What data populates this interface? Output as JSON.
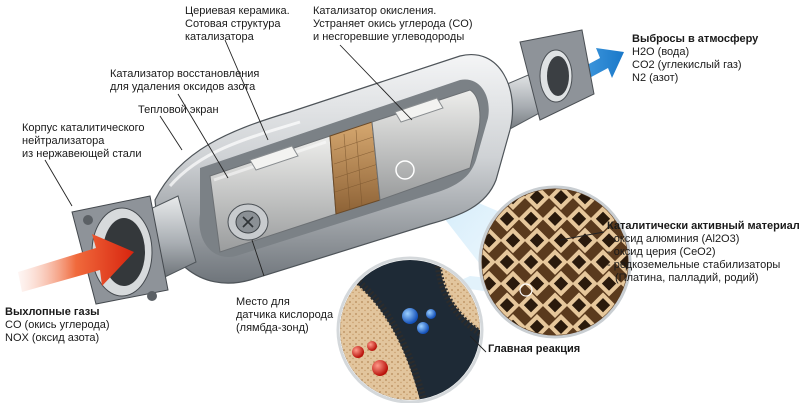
{
  "labels": {
    "ceramic": [
      "Цериевая керамика.",
      "Сотовая структура",
      "катализатора"
    ],
    "oxidation": [
      "Катализатор окисления.",
      "Устраняет окись углерода (CO)",
      "и несгоревшие углеводороды"
    ],
    "reduction": [
      "Катализатор восстановления",
      "для удаления оксидов азота"
    ],
    "heat_shield": [
      "Тепловой экран"
    ],
    "body": [
      "Корпус каталитического",
      "нейтрализатора",
      "из нержавеющей стали"
    ],
    "emissions": {
      "title": "Выбросы в атмосферу",
      "items": [
        "H2O (вода)",
        "CO2 (углекислый газ)",
        "N2 (азот)"
      ]
    },
    "active_material": {
      "title": "Каталитически активный материал",
      "items": [
        "- оксид алюминия (Al2O3)",
        "- оксид церия (CeO2)",
        "- редкоземельные стабилизаторы",
        "(Платина, палладий, родий)"
      ]
    },
    "exhaust": {
      "title": "Выхлопные газы",
      "items": [
        "CO (окись углерода)",
        "NOX (оксид азота)"
      ]
    },
    "oxygen_sensor": [
      "Место для",
      "датчика кислорода",
      "(лямбда-зонд)"
    ],
    "main_reaction": [
      "Главная реакция"
    ]
  },
  "colors": {
    "steel_light": "#e4e6e8",
    "steel_dark": "#7d8389",
    "ceramic_light": "#d8d8d6",
    "ceramic_dark": "#8f9294",
    "catalyst_brown": "#b98a55",
    "arrow_in": "#e8341c",
    "arrow_out": "#2f8ed8",
    "glow": "#9fd4f5",
    "molecule_red": "#d61a12",
    "molecule_blue": "#1e6fe0"
  }
}
